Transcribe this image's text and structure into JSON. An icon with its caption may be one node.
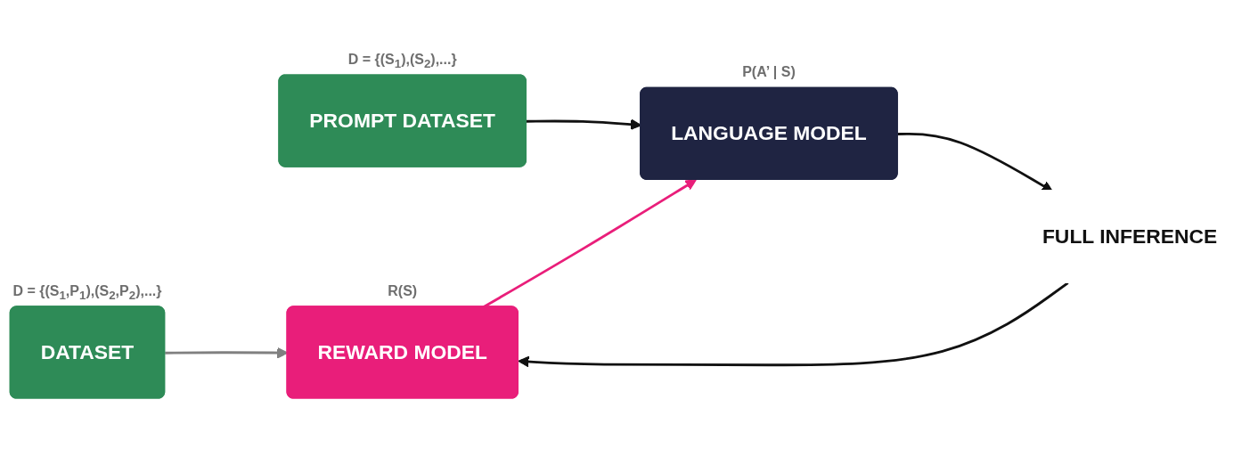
{
  "diagram": {
    "nodes": [
      {
        "text": [
          "DATASET"
        ],
        "beside": [
          "D = {(S$_{1}$,P$_{1}$),(S$_{2}$,P$_{2}$),...}"
        ]
      },
      {
        "text": [
          "REWARD MODEL"
        ],
        "beside": [
          "R(S)"
        ]
      },
      {
        "text": [
          "PROMPT DATASET"
        ],
        "beside": [
          "D = {(S$_{1}$),(S$_{2}$),...}"
        ]
      },
      {
        "text": [
          "LANGUAGE MODEL"
        ],
        "beside": [
          "P(A’ | S)"
        ]
      },
      {
        "text": [
          "FULL INFERENCE"
        ]
      }
    ],
    "edges": [
      {
        "from": 0,
        "to": 1,
        "arrow": "to",
        "color": "#808080"
      },
      {
        "from": 2,
        "to": 3,
        "arrow": "to"
      },
      {
        "from": 3,
        "to": 4,
        "arrow": "to"
      },
      {
        "from": 4,
        "to": 1,
        "arrow": "to"
      },
      {
        "from": 1,
        "to": 3,
        "arrow": "to",
        "color": "#e91e7a"
      }
    ]
  }
}
